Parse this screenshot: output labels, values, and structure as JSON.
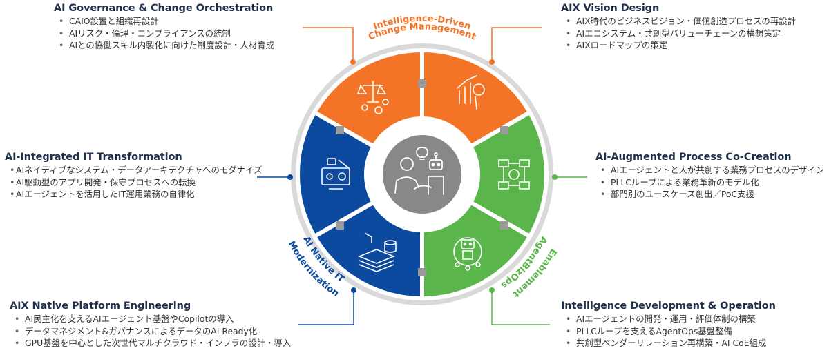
{
  "blocks": [
    {
      "title": "AI Governance & Change Orchestration",
      "items": [
        "CAIO設置と組織再設計",
        "AIリスク・倫理・コンプライアンスの統制",
        "AIとの協働スキル内製化に向けた制度設計・人材育成"
      ]
    },
    {
      "title": "AIX Vision Design",
      "items": [
        "AIX時代のビジネスビジョン・価値創造プロセスの再設計",
        "AIエコシステム・共創型バリューチェーンの構想策定",
        "AIXロードマップの策定"
      ]
    },
    {
      "title": "AI-Integrated IT Transformation",
      "items": [
        "AIネイティブなシステム・データアーキテクチャへのモダナイズ",
        "AI駆動型のアプリ開発・保守プロセスへの転換",
        "AIエージェントを活用したIT運用業務の自律化"
      ]
    },
    {
      "title": "AI-Augmented Process Co-Creation",
      "items": [
        "AIエージェントと人が共創する業務プロセスのデザイン",
        "PLLCループによる業務革新のモデル化",
        "部門別のユースケース創出／PoC支援"
      ]
    },
    {
      "title": "AIX Native Platform Engineering",
      "items": [
        "AI民主化を支えるAIエージェント基盤やCopilotの導入",
        "データマネジメント&ガバナンスによるデータのAI Ready化",
        "GPU基盤を中心とした次世代マルチクラウド・インフラの設計・導入"
      ]
    },
    {
      "title": "Intelligence Development & Operation",
      "items": [
        "AIエージェントの開発・運用・評価体制の構築",
        "PLLCループを支えるAgentOps基盤整備",
        "共創型ベンダーリレーション再構築・AI CoE組成"
      ]
    }
  ],
  "arc_labels": {
    "top_line1": "Intelligence-Driven",
    "top_line2": "Change Management",
    "left_line1": "AI Native IT",
    "left_line2": "Modernization",
    "right_line1": "AgentBizOps",
    "right_line2": "Enablement"
  },
  "colors": {
    "orange": "#f47427",
    "green": "#5ab54b",
    "blue": "#0b4a9e",
    "ring": "#d9d9d9",
    "center": "#888888",
    "title": "#1f2f4a"
  },
  "icons": [
    "governance-scale-icon",
    "vision-chart-icon",
    "process-flow-icon",
    "agent-ops-robot-icon",
    "platform-data-stack-icon",
    "it-transformation-dashboard-icon",
    "human-ai-handshake-icon"
  ]
}
